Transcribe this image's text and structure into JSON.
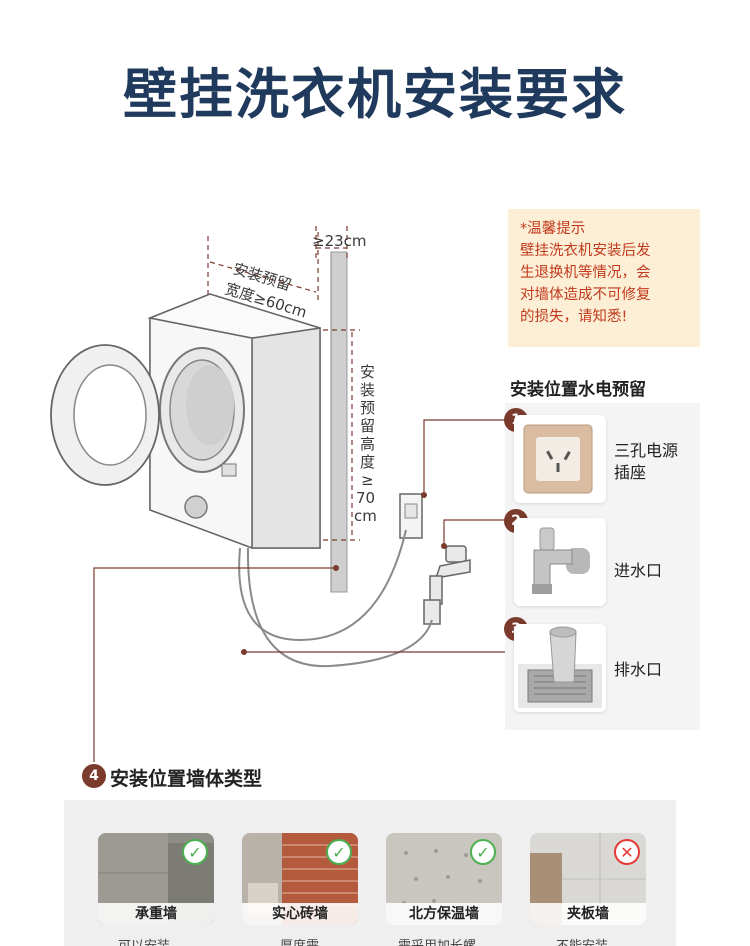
{
  "title": "壁挂洗衣机安装要求",
  "dims": {
    "side_gap_1": "安装预留",
    "side_gap_2": "宽度≥60cm",
    "top_gap": "≥23cm",
    "height_1": "安",
    "height_2": "装",
    "height_3": "预",
    "height_4": "留",
    "height_5": "高",
    "height_6": "度",
    "height_7": "≥",
    "height_8": "70",
    "height_9": "cm"
  },
  "tip": {
    "line1": "*温馨提示",
    "line2": "壁挂洗衣机安装后发",
    "line3": "生退换机等情况，会",
    "line4": "对墙体造成不可修复",
    "line5": "的损失，请知悉!"
  },
  "utilities": {
    "heading": "安装位置水电预留",
    "items": [
      {
        "num": "1",
        "line1": "三孔电源",
        "line2": "插座",
        "icon": "power-socket-icon"
      },
      {
        "num": "2",
        "line1": "进水口",
        "line2": "",
        "icon": "water-faucet-icon"
      },
      {
        "num": "3",
        "line1": "排水口",
        "line2": "",
        "icon": "floor-drain-icon"
      }
    ]
  },
  "walls": {
    "num": "4",
    "heading": "安装位置墙体类型",
    "items": [
      {
        "label": "承重墙",
        "status": "ok",
        "note": "可以安装"
      },
      {
        "label": "实心砖墙",
        "status": "ok",
        "note": "厚度需"
      },
      {
        "label": "北方保温墙",
        "status": "ok",
        "note": "需采用加长螺"
      },
      {
        "label": "夹板墙",
        "status": "no",
        "note": "不能安装"
      }
    ]
  },
  "colors": {
    "title": "#1f3a5c",
    "accent": "#7a3a2c",
    "tip_bg": "#fcefd6",
    "tip_text": "#c23a1e",
    "ok": "#4caf50",
    "no": "#e53935"
  }
}
